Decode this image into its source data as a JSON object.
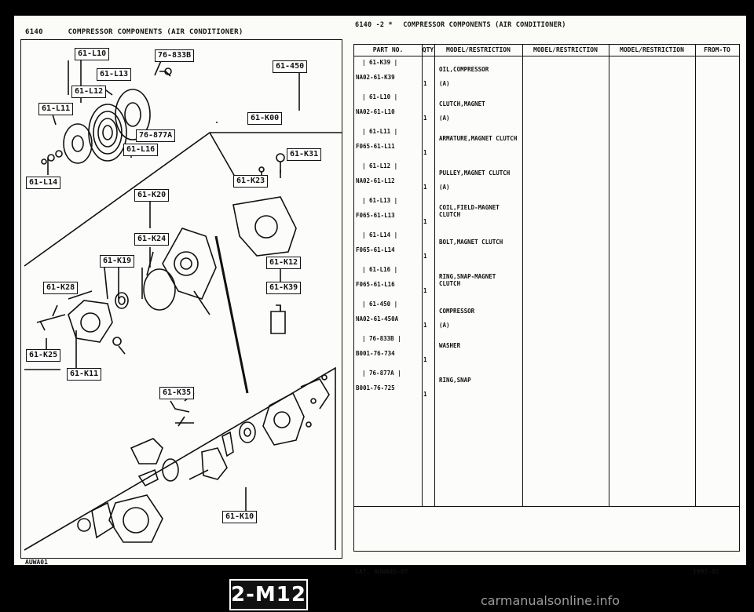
{
  "left_header": {
    "code": "6140",
    "title": "COMPRESSOR COMPONENTS (AIR CONDITIONER)"
  },
  "right_header": {
    "code": "6140 -2 *",
    "title": "COMPRESSOR COMPONENTS (AIR CONDITIONER)"
  },
  "callouts": [
    "61-L10",
    "76-833B",
    "61-L13",
    "61-450",
    "61-L12",
    "61-L11",
    "61-K00",
    "76-877A",
    "61-L16",
    "61-K31",
    "61-L14",
    "61-K23",
    "61-K20",
    "61-K24",
    "61-K19",
    "61-K12",
    "61-K28",
    "61-K39",
    "61-K25",
    "61-K11",
    "61-K35",
    "61-K10"
  ],
  "table": {
    "columns": [
      "PART NO.",
      "QTY",
      "MODEL/RESTRICTION",
      "MODEL/RESTRICTION",
      "MODEL/RESTRICTION",
      "FROM-TO"
    ],
    "rows": [
      {
        "box": "| 61-K39  |",
        "part_no": "NA02-61-K39",
        "qty": "1",
        "desc": "OIL,COMPRESSOR",
        "desc2": "(A)"
      },
      {
        "box": "| 61-L10  |",
        "part_no": "NA02-61-L10",
        "qty": "1",
        "desc": "CLUTCH,MAGNET",
        "desc2": "(A)"
      },
      {
        "box": "| 61-L11  |",
        "part_no": "F065-61-L11",
        "qty": "1",
        "desc": "ARMATURE,MAGNET CLUTCH",
        "desc2": ""
      },
      {
        "box": "| 61-L12  |",
        "part_no": "NA02-61-L12",
        "qty": "1",
        "desc": "PULLEY,MAGNET CLUTCH",
        "desc2": "(A)"
      },
      {
        "box": "| 61-L13  |",
        "part_no": "F065-61-L13",
        "qty": "1",
        "desc": "COIL,FIELD-MAGNET CLUTCH",
        "desc2": ""
      },
      {
        "box": "| 61-L14  |",
        "part_no": "F065-61-L14",
        "qty": "1",
        "desc": "BOLT,MAGNET CLUTCH",
        "desc2": ""
      },
      {
        "box": "| 61-L16  |",
        "part_no": "F065-61-L16",
        "qty": "1",
        "desc": "RING,SNAP-MAGNET CLUTCH",
        "desc2": ""
      },
      {
        "box": "| 61-450  |",
        "part_no": "NA02-61-450A",
        "qty": "1",
        "desc": "COMPRESSOR",
        "desc2": "(A)"
      },
      {
        "box": "| 76-833B |",
        "part_no": "B001-76-734",
        "qty": "1",
        "desc": "WASHER",
        "desc2": ""
      },
      {
        "box": "| 76-877A |",
        "part_no": "B001-76-725",
        "qty": "1",
        "desc": "RING,SNAP",
        "desc2": ""
      }
    ]
  },
  "footer": {
    "left": "AUWA01",
    "catalog": "CAT. AUWA01-07",
    "date": "1992-02"
  },
  "page_badge": "2-M12",
  "watermark": "carmanualsonline.info"
}
